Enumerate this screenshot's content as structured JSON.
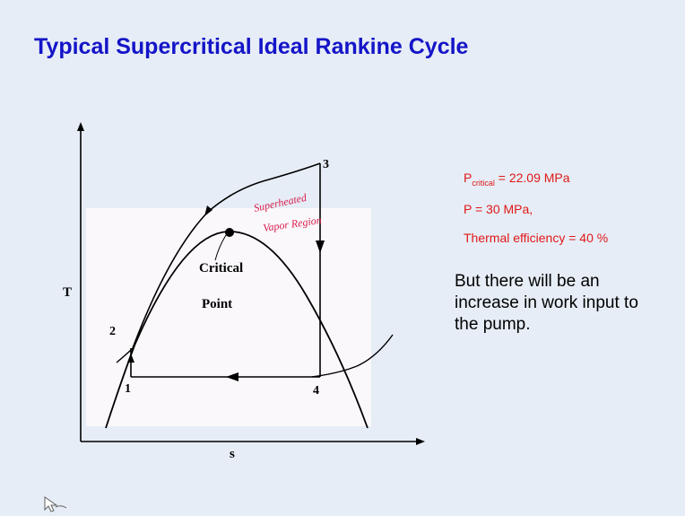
{
  "slide": {
    "title": "Typical Supercritical Ideal Rankine Cycle"
  },
  "diagram": {
    "axis_y_label": "T",
    "axis_x_label": "s",
    "critical_label_line1": "Critical",
    "critical_label_line2": "Point",
    "state_labels": [
      "1",
      "2",
      "3",
      "4"
    ],
    "handwritten_line1": "Superheated",
    "handwritten_line2": "Vapor Region"
  },
  "params": {
    "p_critical_symbol": "P",
    "p_critical_sub": "critical",
    "p_critical_value": " = 22.09 MPa",
    "pressure": "P = 30 MPa,",
    "efficiency": "Thermal efficiency = 40 %"
  },
  "note": "But there will be an increase in work input to the pump.",
  "colors": {
    "title": "#1414c8",
    "params": "#e01818",
    "handwriting": "#d81c4c",
    "background": "#e6edf6",
    "panel": "#fbf8fb"
  }
}
